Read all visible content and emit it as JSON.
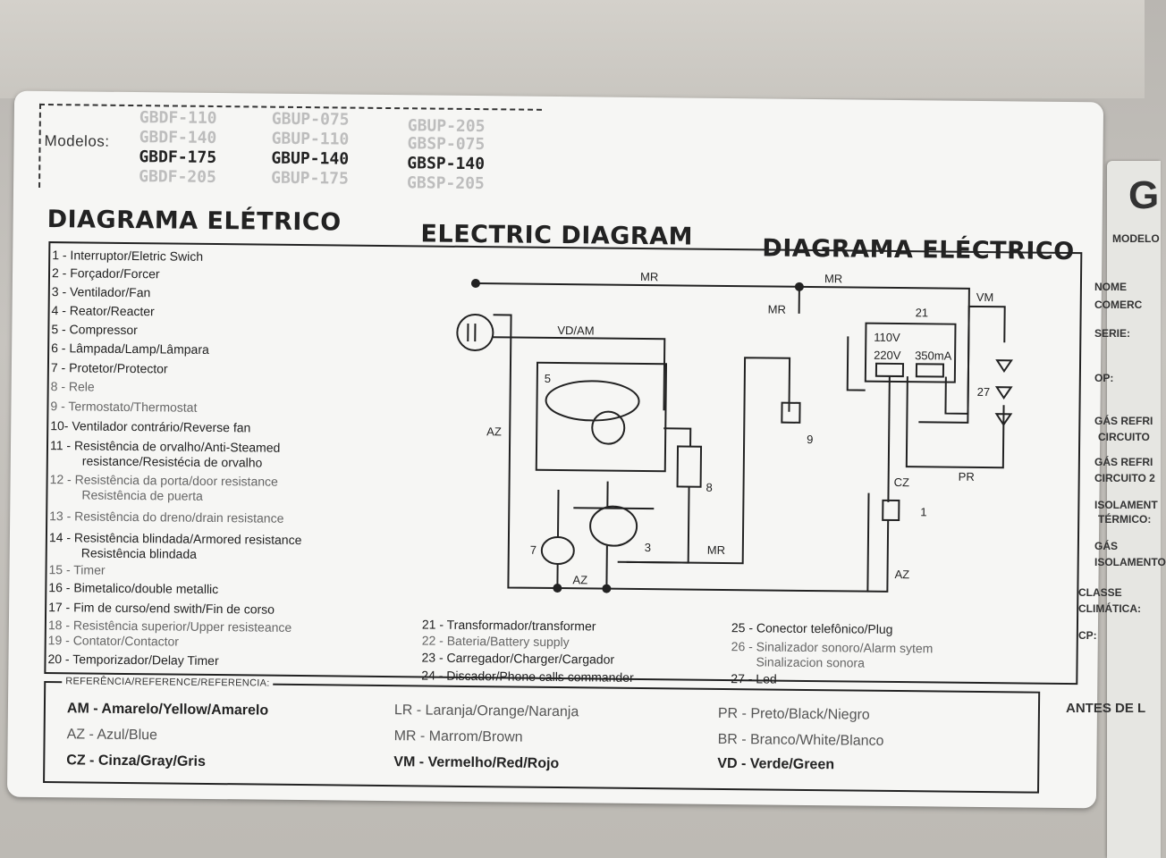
{
  "sticker": {
    "models_label": "Modelos:",
    "models": [
      {
        "text": "GBDF-110",
        "state": "faded"
      },
      {
        "text": "GBDF-140",
        "state": "faded"
      },
      {
        "text": "GBDF-175",
        "state": "solid"
      },
      {
        "text": "GBDF-205",
        "state": "faded"
      },
      {
        "text": "GBUP-075",
        "state": "faded"
      },
      {
        "text": "GBUP-110",
        "state": "faded"
      },
      {
        "text": "GBUP-140",
        "state": "solid"
      },
      {
        "text": "GBUP-175",
        "state": "faded"
      },
      {
        "text": "GBUP-205",
        "state": "faded"
      },
      {
        "text": "GBSP-075",
        "state": "faded"
      },
      {
        "text": "GBSP-140",
        "state": "solid"
      },
      {
        "text": "GBSP-205",
        "state": "faded"
      }
    ],
    "headings": {
      "pt": "DIAGRAMA ELÉTRICO",
      "en": "ELECTRIC DIAGRAM",
      "es": "DIAGRAMA ELÉCTRICO"
    },
    "legend_left": [
      "1  - Interruptor/Eletric Swich",
      "2  - Forçador/Forcer",
      "3  - Ventilador/Fan",
      "4  - Reator/Reacter",
      "5  - Compressor",
      "6  - Lâmpada/Lamp/Lâmpara",
      "7  - Protetor/Protector",
      "8  - Rele",
      "9  - Termostato/Thermostat",
      "10- Ventilador contrário/Reverse fan",
      "11 - Resistência de orvalho/Anti-Steamed",
      "resistance/Resistécia de orvalho",
      "12 - Resistência da porta/door resistance",
      "Resistência de puerta",
      "13 - Resistência do dreno/drain resistance",
      "14 - Resistência blindada/Armored resistance",
      "Resistência blindada",
      "15 - Timer",
      "16 - Bimetalico/double metallic",
      "17 - Fim de curso/end swith/Fin de corso",
      "18 - Resistência superior/Upper resisteance",
      "19 - Contator/Contactor",
      "20 - Temporizador/Delay Timer"
    ],
    "legend_mid": [
      "21 - Transformador/transformer",
      "22 - Bateria/Battery supply",
      "23 - Carregador/Charger/Cargador",
      "24 - Discador/Phone calls commander"
    ],
    "legend_right": [
      "25 - Conector telefônico/Plug",
      "26 - Sinalizador sonoro/Alarm sytem",
      "Sinalizacion sonora",
      "27 - Led"
    ],
    "reference_title": "REFERÊNCIA/REFERENCE/REFERENCIA:",
    "colors": [
      "AM - Amarelo/Yellow/Amarelo",
      "AZ - Azul/Blue",
      "CZ - Cinza/Gray/Gris",
      "LR - Laranja/Orange/Naranja",
      "MR - Marrom/Brown",
      "VM - Vermelho/Red/Rojo",
      "PR - Preto/Black/Niegro",
      "BR - Branco/White/Blanco",
      "VD - Verde/Green"
    ],
    "diagram": {
      "wire_mr_top": "MR",
      "wire_mr_top2": "MR",
      "wire_mr_vert": "MR",
      "wire_mr_low": "MR",
      "wire_vdam": "VD/AM",
      "wire_az_left": "AZ",
      "wire_az_bottom": "AZ",
      "wire_az_right": "AZ",
      "wire_vm": "VM",
      "wire_pr": "PR",
      "wire_cz": "CZ",
      "label_21": "21",
      "label_110v": "110V",
      "label_220v": "220V",
      "label_350ma": "350mA",
      "label_27": "27",
      "label_5": "5",
      "label_8": "8",
      "label_9": "9",
      "label_7": "7",
      "label_3": "3",
      "label_1": "1"
    }
  },
  "side_panel": {
    "brand_initial": "G",
    "labels": [
      "MODELO",
      "NOME",
      "COMERC",
      "SERIE:",
      "OP:",
      "GÁS REFRI",
      "CIRCUITO",
      "GÁS REFRI",
      "CIRCUITO 2",
      "ISOLAMENT",
      "TÉRMICO:",
      "GÁS",
      "ISOLAMENTO",
      "CLASSE",
      "CLIMÁTICA:",
      "CP:",
      "ANTES DE L"
    ]
  }
}
